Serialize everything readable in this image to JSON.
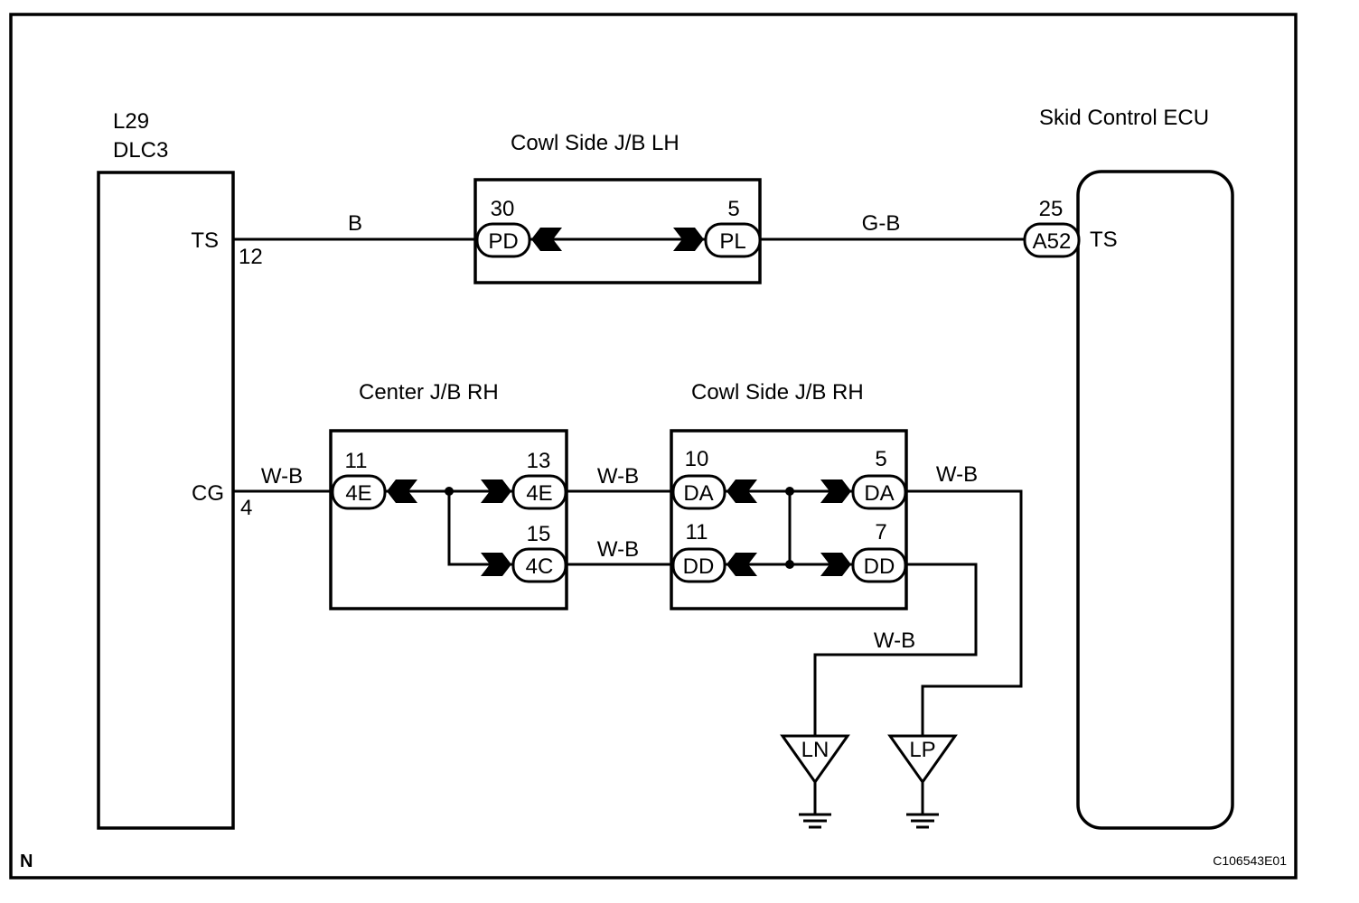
{
  "components": {
    "dlc3": {
      "ref": "L29",
      "name": "DLC3",
      "pin_ts": "TS",
      "pin_ts_num": "12",
      "pin_cg": "CG",
      "pin_cg_num": "4"
    },
    "ecu": {
      "name": "Skid Control ECU",
      "pin_ts": "TS"
    },
    "cowl_lh": {
      "name": "Cowl Side J/B LH"
    },
    "center_rh": {
      "name": "Center J/B RH"
    },
    "cowl_rh": {
      "name": "Cowl Side J/B RH"
    }
  },
  "connectors": [
    {
      "id": "pd",
      "label": "PD",
      "pin": "30"
    },
    {
      "id": "pl",
      "label": "PL",
      "pin": "5"
    },
    {
      "id": "a52",
      "label": "A52",
      "pin": "25"
    },
    {
      "id": "c4e-in",
      "label": "4E",
      "pin": "11"
    },
    {
      "id": "c4e-out",
      "label": "4E",
      "pin": "13"
    },
    {
      "id": "c4c-out",
      "label": "4C",
      "pin": "15"
    },
    {
      "id": "da-in",
      "label": "DA",
      "pin": "10"
    },
    {
      "id": "da-out",
      "label": "DA",
      "pin": "5"
    },
    {
      "id": "dd-in",
      "label": "DD",
      "pin": "11"
    },
    {
      "id": "dd-out",
      "label": "DD",
      "pin": "7"
    }
  ],
  "wires": [
    {
      "id": "ts-dlc-pd",
      "color": "B"
    },
    {
      "id": "pl-ecu",
      "color": "G-B"
    },
    {
      "id": "cg-4e",
      "color": "W-B"
    },
    {
      "id": "4e-da",
      "color": "W-B"
    },
    {
      "id": "4c-dd",
      "color": "W-B"
    },
    {
      "id": "da-lp",
      "color": "W-B"
    },
    {
      "id": "dd-ln",
      "color": "W-B"
    }
  ],
  "grounds": [
    {
      "id": "ln",
      "label": "LN"
    },
    {
      "id": "lp",
      "label": "LP"
    }
  ],
  "footer": {
    "left": "N",
    "right": "C106543E01"
  }
}
